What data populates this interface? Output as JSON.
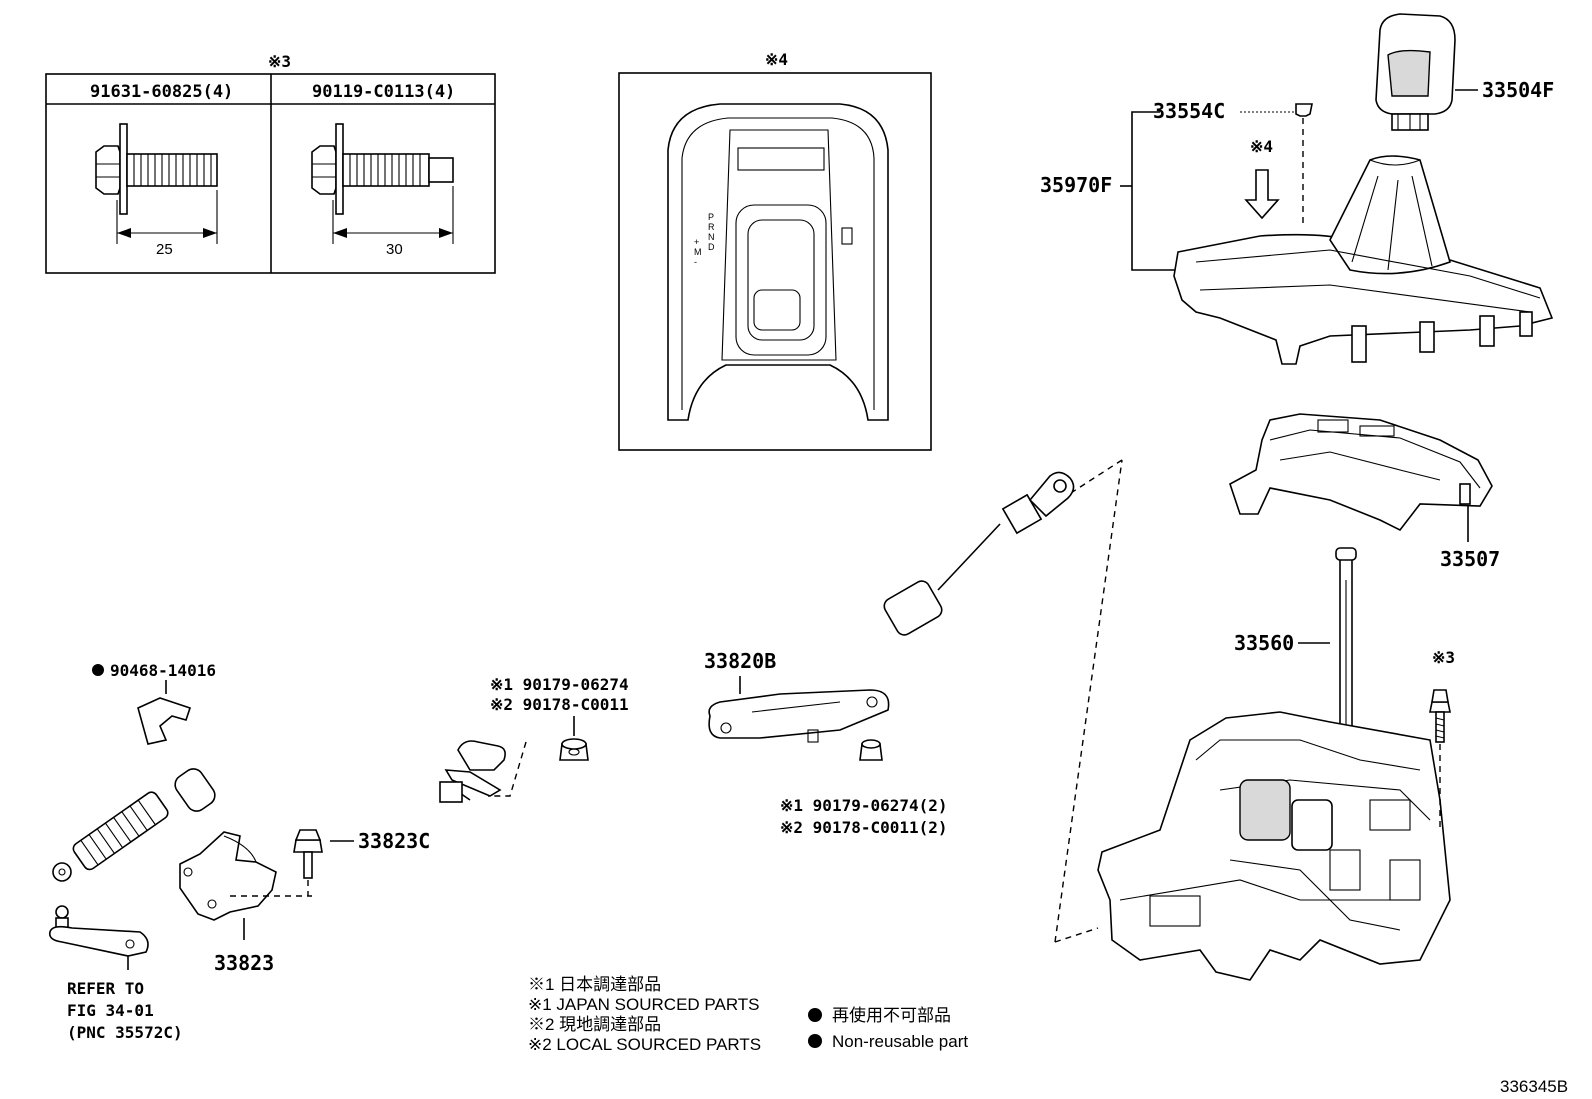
{
  "table": {
    "note": "※3",
    "col1": "91631-60825(4)",
    "col2": "90119-C0113(4)",
    "dim1": "25",
    "dim2": "30"
  },
  "inset": {
    "note": "※4",
    "gate_letters": [
      "P",
      "R",
      "N",
      "D",
      "+",
      "M",
      "-"
    ]
  },
  "labels": {
    "p33504f": "33504F",
    "p33554c": "33554C",
    "p35970f": "35970F",
    "arrow_note": "※4",
    "p33507": "33507",
    "p33560": "33560",
    "bolt_note": "※3",
    "p33820b": "33820B",
    "p90468": "90468-14016",
    "nut1_a": "※1 90179-06274",
    "nut1_b": "※2 90178-C0011",
    "nut2_a": "※1 90179-06274(2)",
    "nut2_b": "※2 90178-C0011(2)",
    "p33823c": "33823C",
    "p33823": "33823",
    "refer_1": "REFER TO",
    "refer_2": "FIG 34-01",
    "refer_3": "(PNC 35572C)",
    "figure_id": "336345B"
  },
  "legend": {
    "row1": "※1  日本調達部品",
    "row2": "※1  JAPAN SOURCED PARTS",
    "row3": "※2  現地調達部品",
    "row4": "※2  LOCAL SOURCED PARTS",
    "row5": "再使用不可部品",
    "row6": "Non-reusable part"
  }
}
